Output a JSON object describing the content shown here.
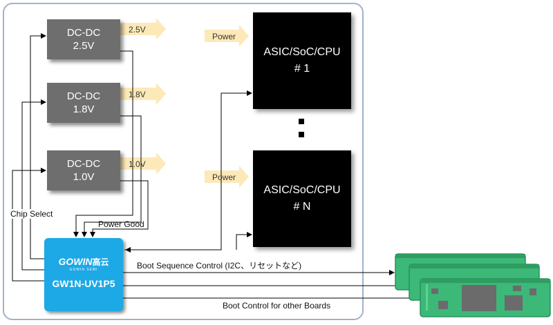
{
  "dcdc": [
    {
      "name": "DC-DC",
      "voltage": "2.5V",
      "out_label": "2.5V"
    },
    {
      "name": "DC-DC",
      "voltage": "1.8V",
      "out_label": "1.8V"
    },
    {
      "name": "DC-DC",
      "voltage": "1.0V",
      "out_label": "1.0V"
    }
  ],
  "asic": [
    {
      "name": "ASIC/SoC/CPU",
      "num": "# 1",
      "power_label": "Power"
    },
    {
      "name": "ASIC/SoC/CPU",
      "num": "# N",
      "power_label": "Power"
    }
  ],
  "fpga": {
    "brand": "GOWIN",
    "brand_cn": "高云",
    "brand_sub": "GOWIN SEMI",
    "part": "GW1N-UV1P5"
  },
  "labels": {
    "chip_select": "Chip Select",
    "power_good": "Power Good",
    "boot_seq": "Boot Sequence Control (I2C、リセットなど)",
    "boot_other": "Boot Control for other Boards"
  },
  "colors": {
    "fpga": "#1da8e6",
    "dcdc": "#6e6e6e",
    "board": "#3cb878",
    "arrow": "#fde9b8",
    "frame": "#9fb3c8"
  }
}
